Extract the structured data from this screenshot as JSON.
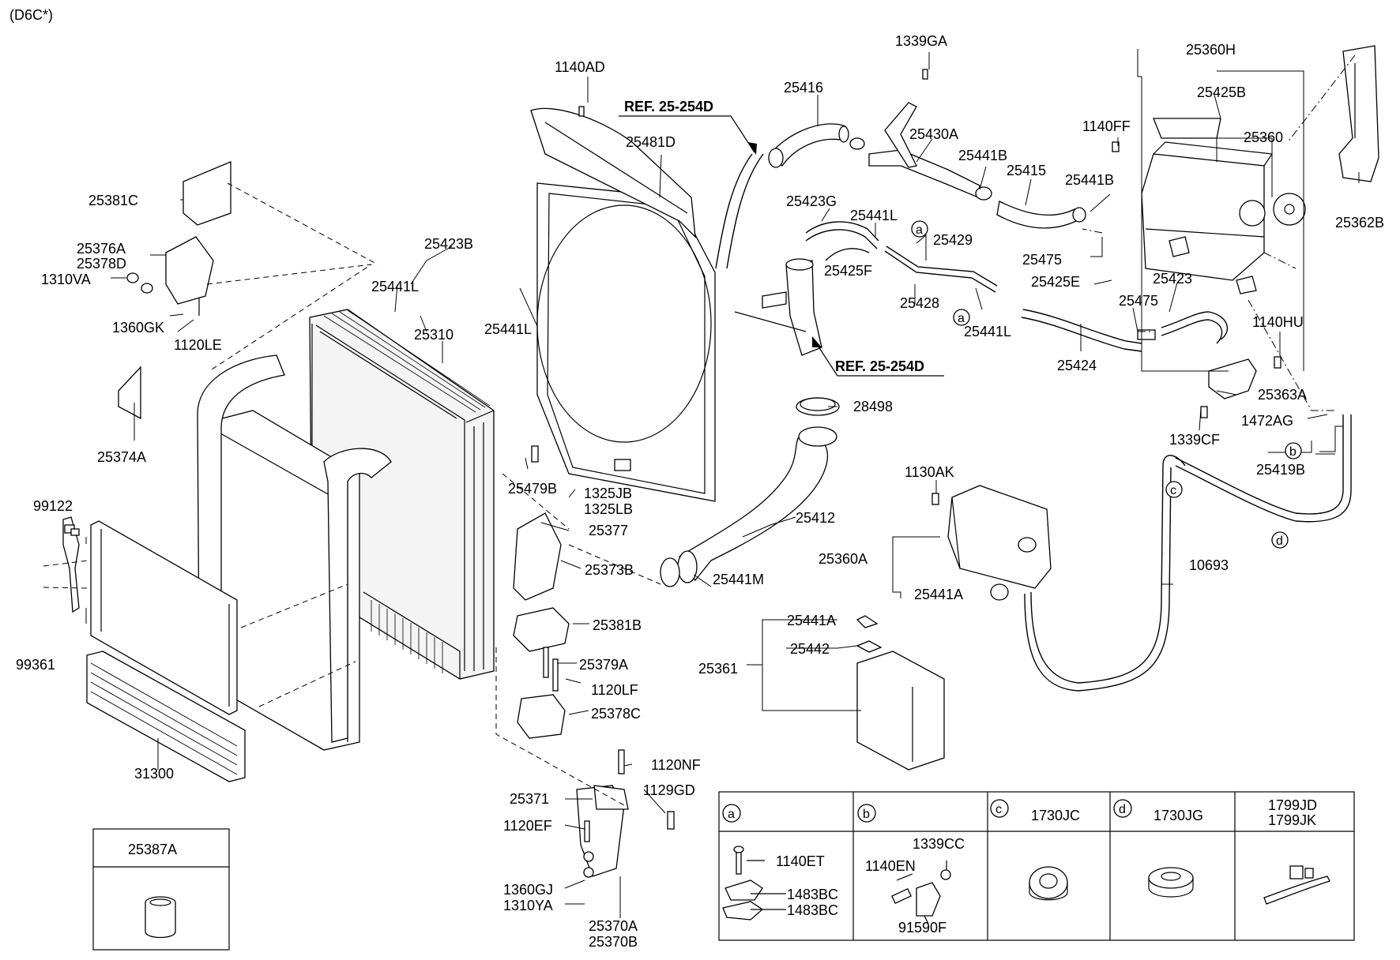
{
  "diagram": {
    "variant": "(D6C*)",
    "refs": [
      "REF. 25-254D",
      "REF. 25-254D"
    ],
    "labels": {
      "l1140AD": "1140AD",
      "l25481D": "25481D",
      "l25416": "25416",
      "l1339GA": "1339GA",
      "l25430A": "25430A",
      "l25441B_a": "25441B",
      "l25415": "25415",
      "l25441B_b": "25441B",
      "l1140FF": "1140FF",
      "l25360H": "25360H",
      "l25425B": "25425B",
      "l25360": "25360",
      "l25362B": "25362B",
      "l25381C": "25381C",
      "l25376A": "25376A",
      "l25378D": "25378D",
      "l1310VA": "1310VA",
      "l1360GK": "1360GK",
      "l1120LE": "1120LE",
      "l25423B": "25423B",
      "l25441L_a": "25441L",
      "l25441L_b": "25441L",
      "l25310": "25310",
      "l25374A": "25374A",
      "l25423G": "25423G",
      "l25441L_c": "25441L",
      "l25429": "25429",
      "l25425F": "25425F",
      "l25428": "25428",
      "l25441L_d": "25441L",
      "l25475_a": "25475",
      "l25425E": "25425E",
      "l25423": "25423",
      "l25475_b": "25475",
      "l25424": "25424",
      "l1140HU": "1140HU",
      "l25363A": "25363A",
      "l1472AG": "1472AG",
      "l1339CF": "1339CF",
      "l25419B": "25419B",
      "l28498": "28498",
      "l25479B": "25479B",
      "l1325JB": "1325JB",
      "l1325LB": "1325LB",
      "l25377": "25377",
      "l25373B": "25373B",
      "l25412": "25412",
      "l1130AK": "1130AK",
      "l25360A": "25360A",
      "l25441A_a": "25441A",
      "l10693": "10693",
      "l25441M": "25441M",
      "l99122": "99122",
      "l99361": "99361",
      "l25381B": "25381B",
      "l25379A": "25379A",
      "l1120LF": "1120LF",
      "l25378C": "25378C",
      "l25441A_b": "25441A",
      "l25442": "25442",
      "l25361": "25361",
      "l31300": "31300",
      "l1120NF": "1120NF",
      "l25371": "25371",
      "l1129GD": "1129GD",
      "l1120EF": "1120EF",
      "l1360GJ": "1360GJ",
      "l1310YA": "1310YA",
      "l25370A": "25370A",
      "l25370B": "25370B",
      "l25387A": "25387A"
    },
    "circles": {
      "a": "a",
      "b": "b",
      "c": "c",
      "d": "d"
    }
  },
  "legend": {
    "a": {
      "key": "a",
      "parts": [
        "1140ET",
        "1483BC",
        "1483BC"
      ]
    },
    "b": {
      "key": "b",
      "parts": [
        "1339CC",
        "1140EN",
        "91590F"
      ]
    },
    "c": {
      "key": "c",
      "part": "1730JC"
    },
    "d": {
      "key": "d",
      "part": "1730JG"
    },
    "e": {
      "parts": [
        "1799JD",
        "1799JK"
      ]
    }
  }
}
